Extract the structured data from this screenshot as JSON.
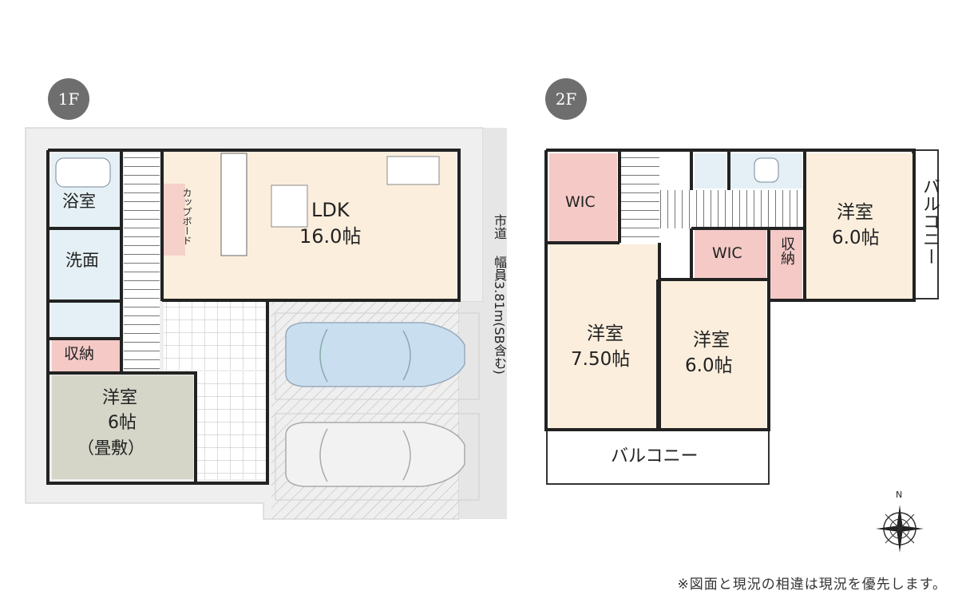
{
  "floors": {
    "first": {
      "badge": "1F",
      "rooms": {
        "bath": "浴室",
        "washroom": "洗面",
        "storage": "収納",
        "cupboard": "カップボード",
        "ldk_name": "LDK",
        "ldk_size": "16.0帖",
        "western_name": "洋室",
        "western_size": "6帖",
        "western_note": "（畳敷）"
      },
      "road": {
        "type": "市道",
        "width": "幅員3.81m(SB含む)"
      }
    },
    "second": {
      "badge": "2F",
      "rooms": {
        "wic_left": "WIC",
        "wic_mid": "WIC",
        "storage": "収納",
        "room_a_name": "洋室",
        "room_a_size": "7.50帖",
        "room_b_name": "洋室",
        "room_b_size": "6.0帖",
        "room_c_name": "洋室",
        "room_c_size": "6.0帖",
        "balcony_bottom": "バルコニー",
        "balcony_right": "バルコニー"
      }
    }
  },
  "compass": {
    "north": "N"
  },
  "note": "※図面と現況の相違は現況を優先します。",
  "colors": {
    "room_fill": "#fbeedd",
    "wic_fill": "#f4c9c6",
    "wet_fill": "#e4f0f5",
    "tatami_fill": "#d5d6c8",
    "site_fill": "#efefef",
    "wall": "#222222",
    "car": "#c9dff0"
  }
}
